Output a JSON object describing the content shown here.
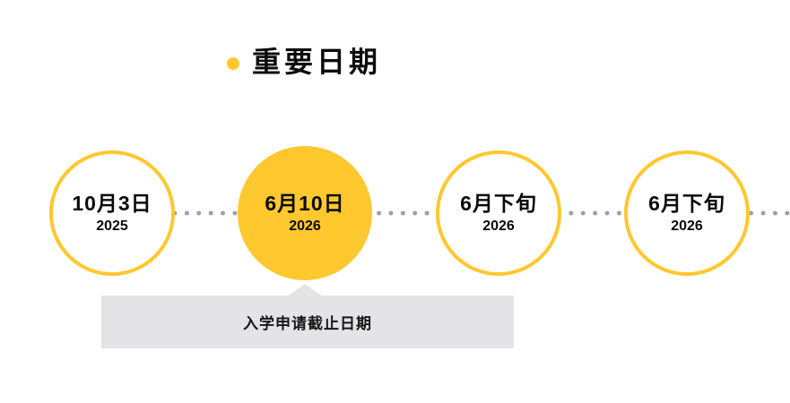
{
  "header": {
    "bullet_icon": "circle-dot",
    "title": "重要日期"
  },
  "timeline": {
    "milestones": [
      {
        "date": "10月3日",
        "year": "2025",
        "active": false
      },
      {
        "date": "6月10日",
        "year": "2026",
        "active": true
      },
      {
        "date": "6月下旬",
        "year": "2026",
        "active": false
      },
      {
        "date": "6月下旬",
        "year": "2026",
        "active": false
      }
    ],
    "tooltip": {
      "text": "入学申请截止日期",
      "attached_to_milestone": 2
    }
  },
  "colors": {
    "accent_yellow": "#FFC82F",
    "dot_gray": "#9E9E9E",
    "tooltip_bg": "#E4E4E6",
    "text": "#111111"
  }
}
